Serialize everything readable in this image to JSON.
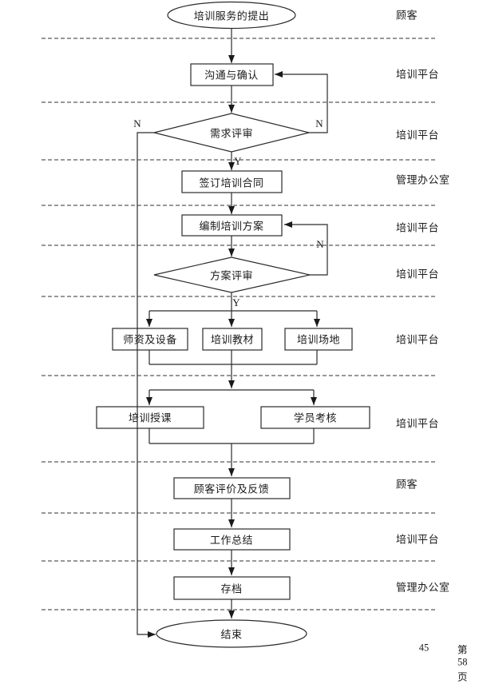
{
  "diagram": {
    "nodes": {
      "start": "培训服务的提出",
      "comm": "沟通与确认",
      "review1": "需求评审",
      "contract": "签订培训合同",
      "plan": "编制培训方案",
      "review2": "方案评审",
      "teachers": "师资及设备",
      "materials": "培训教材",
      "venue": "培训场地",
      "teaching": "培训授课",
      "assessment": "学员考核",
      "feedback": "顾客评价及反馈",
      "summary": "工作总结",
      "archive": "存档",
      "end": "结束"
    },
    "branch_labels": {
      "no": "N",
      "yes": "Y"
    },
    "lane_labels": [
      "顾客",
      "培训平台",
      "培训平台",
      "管理办公室",
      "培训平台",
      "培训平台",
      "培训平台",
      "培训平台",
      "顾客",
      "培训平台",
      "管理办公室"
    ]
  },
  "footer": {
    "number": "45",
    "page_label": "第 58 页"
  },
  "colors": {
    "line": "#2b2b2b",
    "dashed": "#5a5a5a",
    "text": "#1a1a1a",
    "background": "#ffffff"
  }
}
